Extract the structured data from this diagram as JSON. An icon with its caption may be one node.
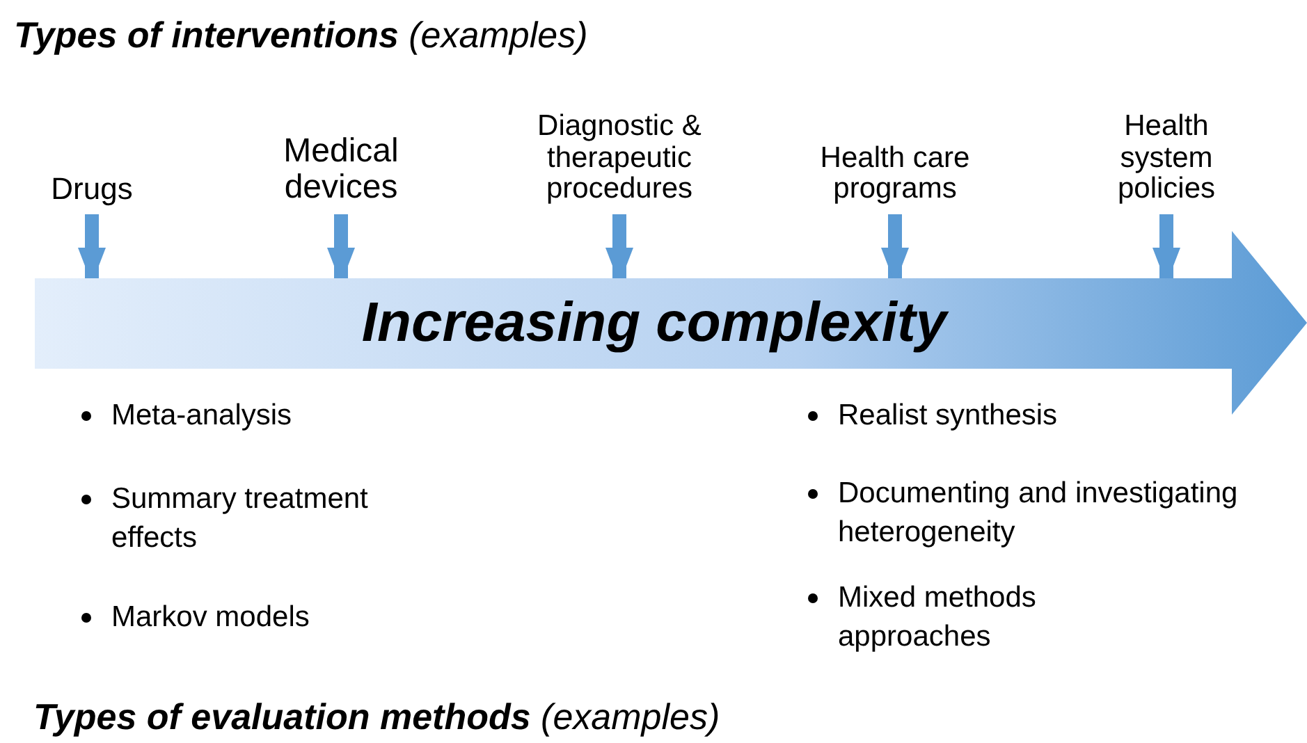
{
  "diagram": {
    "title": "**Types of interventions** (examples)",
    "caption": "**Types of evaluation methods** (examples)",
    "nodes": [
      {
        "text": [
          "Drugs"
        ]
      },
      {
        "text": [
          "Medical devices"
        ]
      },
      {
        "text": [
          "Diagnostic & therapeutic procedures"
        ]
      },
      {
        "text": [
          "Health care programs"
        ]
      },
      {
        "text": [
          "Health system policies"
        ]
      },
      {
        "text": [
          "Increasing complexity"
        ]
      }
    ],
    "edges": [
      {
        "from": 0,
        "to": 5,
        "arrow": "to"
      },
      {
        "from": 1,
        "to": 5,
        "arrow": "to"
      },
      {
        "from": 2,
        "to": 5,
        "arrow": "to"
      },
      {
        "from": 3,
        "to": 5,
        "arrow": "to"
      },
      {
        "from": 4,
        "to": 5,
        "arrow": "to"
      }
    ],
    "labels": [
      "Meta-analysis",
      "Realist synthesis",
      "Summary treatment effects",
      "Documenting and investigating heterogeneity",
      "Markov models",
      "Mixed methods approaches"
    ]
  }
}
